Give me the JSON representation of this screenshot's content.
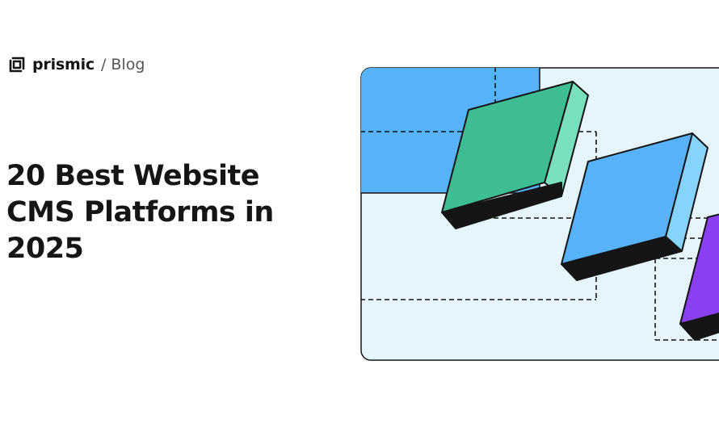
{
  "brand": {
    "logo_icon": "prismic-logo-icon",
    "name": "prismic",
    "separator": "/",
    "section": "Blog"
  },
  "article": {
    "title": "20 Best Website CMS Platforms in 2025"
  },
  "illustration": {
    "icon": "stacked-blocks-illustration",
    "colors": {
      "panel_bg": "#e6f5fc",
      "blue_rect": "#58b2f7",
      "green_block": "#3ebd95",
      "green_side": "#79dfbc",
      "blue_block": "#58b2f7",
      "blue_side": "#86d3fb",
      "purple_block": "#8a3ff0",
      "outline": "#151515"
    }
  }
}
